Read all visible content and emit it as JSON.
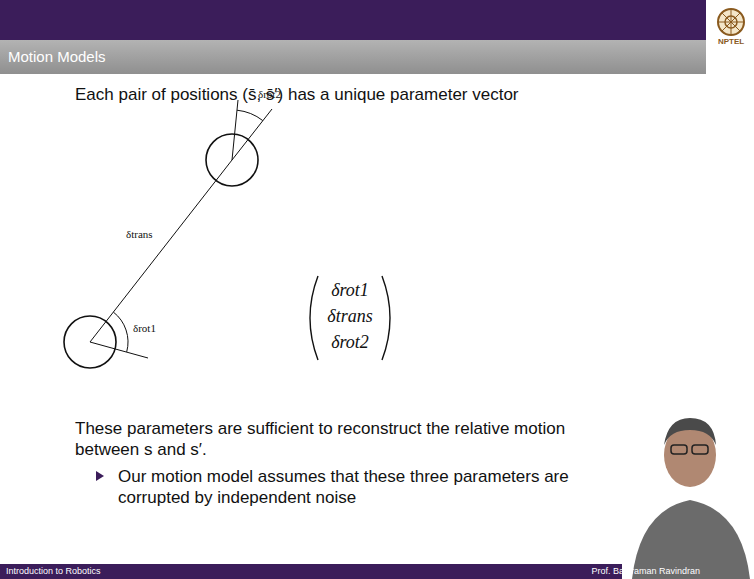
{
  "diagram": {
    "title": "Motion Models",
    "labels": [
      "Each pair of positions (s̄, s̄′) has a unique parameter vector",
      "δtrans",
      "δrot1",
      "δrot2",
      "δrot1",
      "δtrans",
      "δrot2",
      "These parameters are sufficient to reconstruct the relative motion between s and s′.",
      "Our motion model assumes that these three parameters are corrupted by independent noise",
      "Introduction to Robotics",
      "Prof. Balaraman Ravindran",
      "NPTEL"
    ]
  }
}
